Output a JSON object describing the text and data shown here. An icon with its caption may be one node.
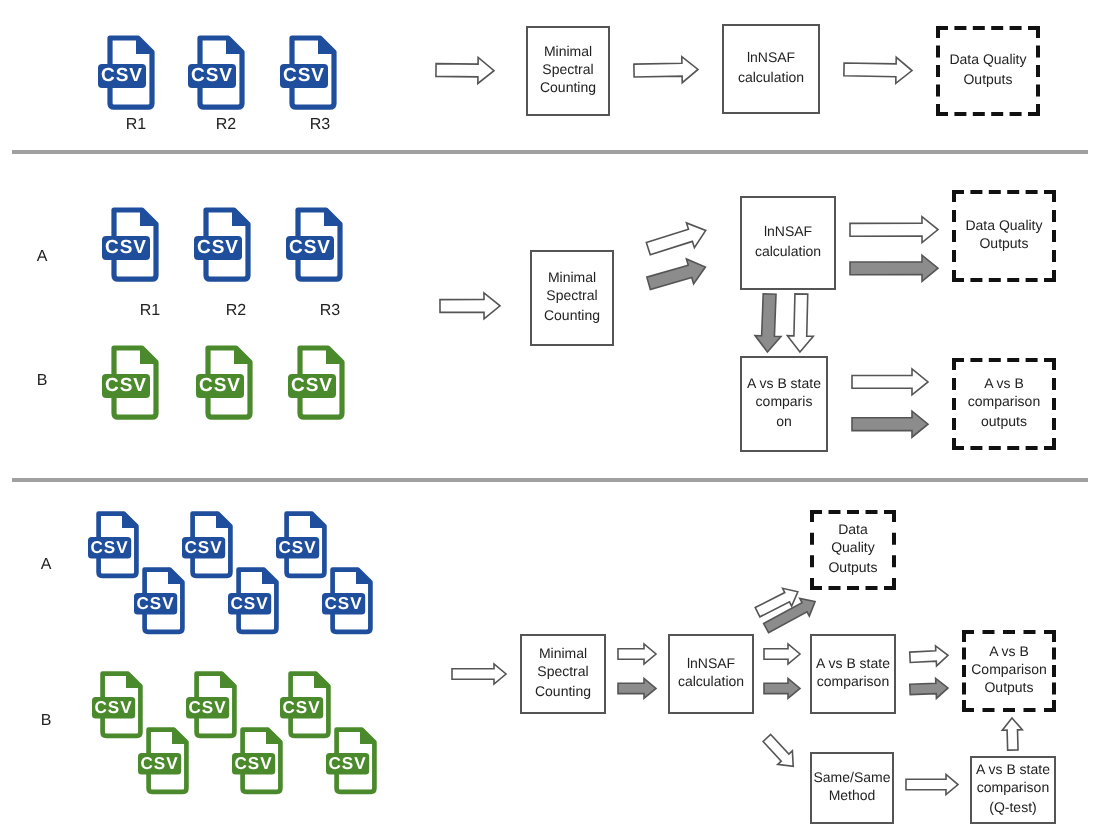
{
  "diagram": {
    "nodes": [
      {
        "text": [
          "Minimal Spectral Counting"
        ]
      },
      {
        "text": [
          "lnNSAF calculation"
        ]
      },
      {
        "text": [
          "Data Quality Outputs"
        ]
      },
      {
        "text": [
          "Minimal Spectral Counting"
        ]
      },
      {
        "text": [
          "lnNSAF calculation"
        ]
      },
      {
        "text": [
          "Data Quality Outputs"
        ]
      },
      {
        "text": [
          "A vs B state comparis on"
        ]
      },
      {
        "text": [
          "A vs B comparison outputs"
        ]
      },
      {
        "text": [
          "Minimal Spectral Counting"
        ]
      },
      {
        "text": [
          "lnNSAF calculation"
        ]
      },
      {
        "text": [
          "Data Quality Outputs"
        ]
      },
      {
        "text": [
          "A vs B state comparison"
        ]
      },
      {
        "text": [
          "A vs B Comparison Outputs"
        ]
      },
      {
        "text": [
          "Same/Same Method"
        ]
      },
      {
        "text": [
          "A vs B state comparison (Q-test)"
        ]
      }
    ],
    "edges": [
      {
        "from": null,
        "to": 0,
        "arrow": "to"
      },
      {
        "from": 0,
        "to": 1,
        "arrow": "to"
      },
      {
        "from": 1,
        "to": 2,
        "arrow": "to"
      },
      {
        "from": null,
        "to": 3,
        "arrow": "to"
      },
      {
        "from": 3,
        "to": 4,
        "arrow": "to"
      },
      {
        "from": 3,
        "to": 4,
        "arrow": "to",
        "color": "#8c8c8c"
      },
      {
        "from": 4,
        "to": 5,
        "arrow": "to"
      },
      {
        "from": 4,
        "to": 5,
        "arrow": "to",
        "color": "#8c8c8c"
      },
      {
        "from": 4,
        "to": 6,
        "arrow": "to",
        "color": "#8c8c8c"
      },
      {
        "from": 4,
        "to": 6,
        "arrow": "to"
      },
      {
        "from": 6,
        "to": 7,
        "arrow": "to"
      },
      {
        "from": 6,
        "to": 7,
        "arrow": "to",
        "color": "#8c8c8c"
      },
      {
        "from": null,
        "to": 8,
        "arrow": "to"
      },
      {
        "from": 8,
        "to": 9,
        "arrow": "to"
      },
      {
        "from": 8,
        "to": 9,
        "arrow": "to",
        "color": "#8c8c8c"
      },
      {
        "from": 9,
        "to": 10,
        "arrow": "to"
      },
      {
        "from": 9,
        "to": 10,
        "arrow": "to",
        "color": "#8c8c8c"
      },
      {
        "from": 9,
        "to": 11,
        "arrow": "to"
      },
      {
        "from": 9,
        "to": 11,
        "arrow": "to",
        "color": "#8c8c8c"
      },
      {
        "from": 11,
        "to": 12,
        "arrow": "to"
      },
      {
        "from": 11,
        "to": 12,
        "arrow": "to",
        "color": "#8c8c8c"
      },
      {
        "from": 9,
        "to": 13,
        "arrow": "to"
      },
      {
        "from": 13,
        "to": 14,
        "arrow": "to"
      },
      {
        "from": 14,
        "to": 12,
        "arrow": "to"
      }
    ],
    "labels": [
      "CSV",
      "CSV",
      "CSV",
      "R1",
      "R2",
      "R3",
      "A",
      "CSV",
      "CSV",
      "CSV",
      "R1",
      "R2",
      "R3",
      "B",
      "CSV",
      "CSV",
      "CSV",
      "A",
      "CSV",
      "CSV",
      "CSV",
      "CSV",
      "CSV",
      "CSV",
      "B",
      "CSV",
      "CSV",
      "CSV",
      "CSV",
      "CSV",
      "CSV"
    ]
  }
}
